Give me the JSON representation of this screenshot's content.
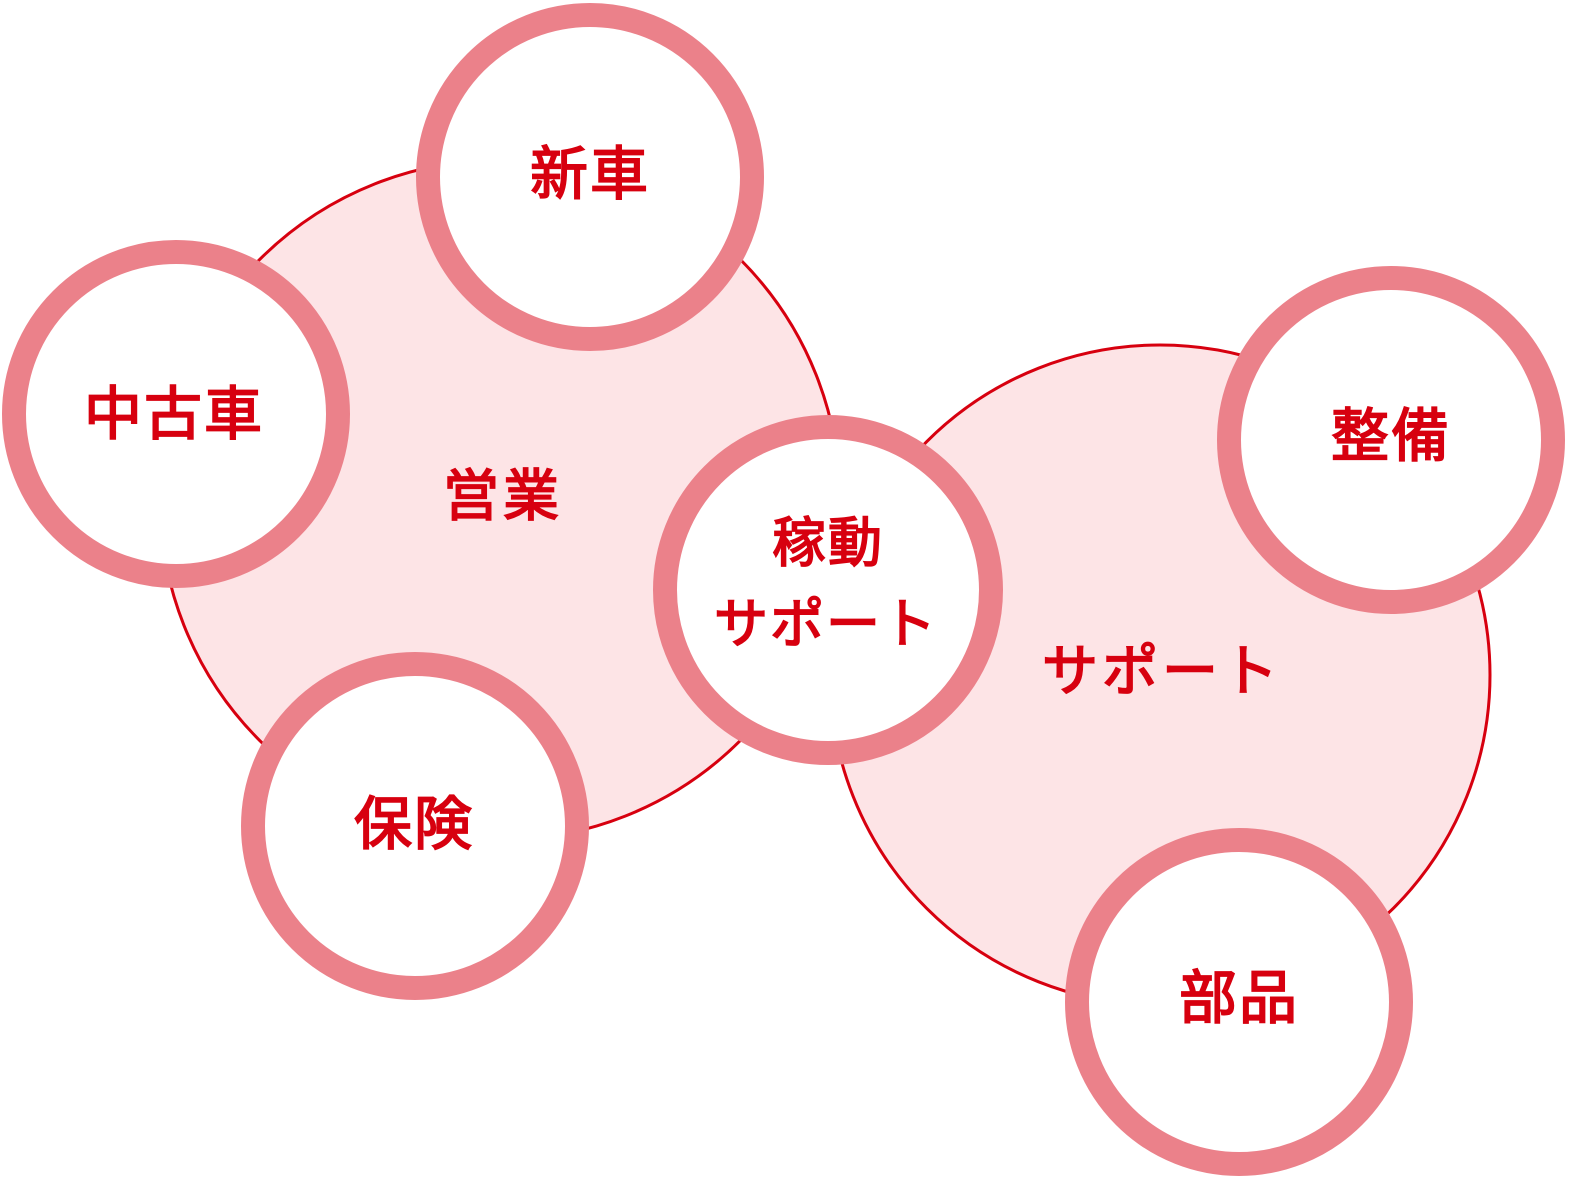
{
  "groups": {
    "sales": {
      "label": "営業"
    },
    "support": {
      "label": "サポート"
    }
  },
  "nodes": {
    "new_car": {
      "label": "新車"
    },
    "used_car": {
      "label": "中古車"
    },
    "insurance": {
      "label": "保険"
    },
    "maintenance": {
      "label": "整備"
    },
    "parts": {
      "label": "部品"
    }
  },
  "center": {
    "line1": "稼動",
    "line2": "サポート"
  },
  "colors": {
    "group_fill": "#fde4e6",
    "group_stroke": "#d7000f",
    "node_fill": "#ffffff",
    "node_ring": "#eb818a",
    "text": "#d7000f"
  }
}
